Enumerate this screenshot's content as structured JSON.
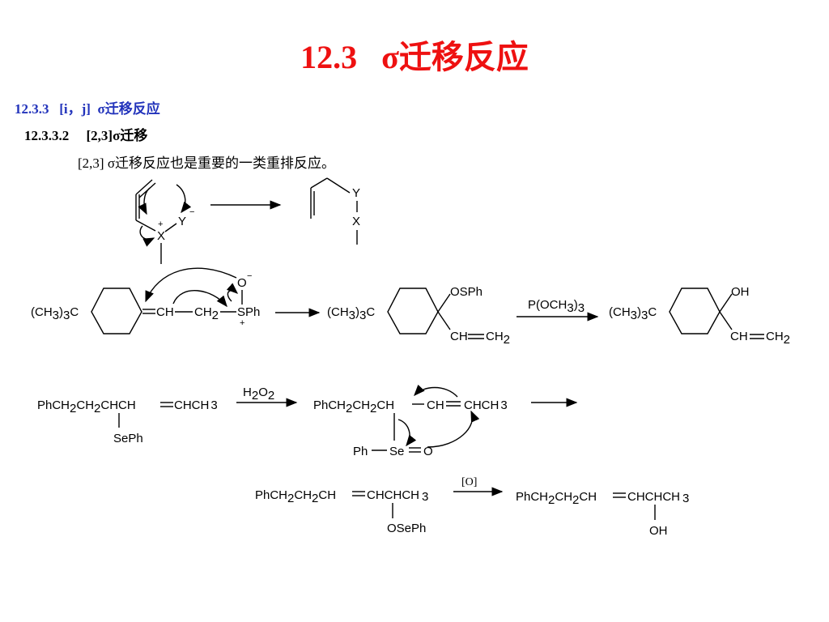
{
  "title": "12.3   σ迁移反应",
  "section": "12.3.3   [i，j]  σ迁移反应",
  "subsection": "12.3.3.2     [2,3]σ迁移",
  "intro": "[2,3] σ迁移反应也是重要的一类重排反应。",
  "scheme1": {
    "x": "X",
    "y": "Y",
    "plus": "+",
    "minus": "−",
    "prod_y": "Y",
    "prod_x": "X"
  },
  "scheme2": {
    "sm_group": "(CH",
    "sub3": "3",
    "sm_c": ")",
    "sm_c2": "C",
    "ch": "CH",
    "ch2": "CH",
    "sub2": "2",
    "sph": "SPh",
    "o": "O",
    "minus": "−",
    "plus": "+",
    "int_osph": "OSPh",
    "int_ch": "CH",
    "int_ch2": "CH",
    "reagent": "P(OCH",
    "reagent_close": ")",
    "prod_oh": "OH",
    "prod_ch": "CH",
    "prod_ch2": "CH"
  },
  "scheme3": {
    "sm_main": "PhCH",
    "sm_ch2b": "CH",
    "sm_rest": "CHCH",
    "sm_end": "CHCH",
    "sm_3": "3",
    "sm_seph": "SePh",
    "reagent_h": "H",
    "reagent_o": "O",
    "sub2": "2",
    "int_main": "PhCH",
    "int_ch2": "CH",
    "int_ch": "CH",
    "int_ch_b": "CH",
    "int_chch": "CHCH",
    "int_3": "3",
    "int_ph": "Ph",
    "int_se": "Se",
    "int_o": "O"
  },
  "scheme4": {
    "sm_main": "PhCH",
    "sm_ch2b": "CH",
    "sm_ch": "CH",
    "sm_chchch": "CHCHCH",
    "sm_3": "3",
    "sm_osep": "OSePh",
    "reagent": "[O]",
    "prod_main": "PhCH",
    "prod_ch2b": "CH",
    "prod_ch": "CH",
    "prod_chchch": "CHCHCH",
    "prod_3": "3",
    "prod_oh": "OH"
  }
}
